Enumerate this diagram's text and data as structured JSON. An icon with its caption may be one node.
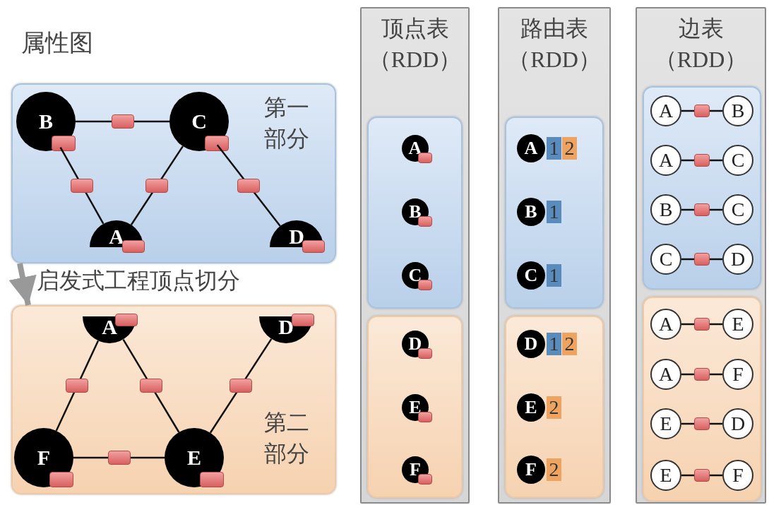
{
  "diagram": {
    "nodes": [
      {
        "text": [
          "第一部分"
        ]
      },
      {
        "text": [
          "B"
        ],
        "in": 0
      },
      {
        "text": [
          "C"
        ],
        "in": 0
      },
      {
        "text": [
          "A"
        ],
        "in": 0
      },
      {
        "text": [
          "D"
        ],
        "in": 0
      },
      {
        "text": [
          "第二部分"
        ]
      },
      {
        "text": [
          "A"
        ],
        "in": 5
      },
      {
        "text": [
          "D"
        ],
        "in": 5
      },
      {
        "text": [
          "F"
        ],
        "in": 5
      },
      {
        "text": [
          "E"
        ],
        "in": 5
      },
      {
        "text": [
          "顶点表",
          "（RDD）"
        ]
      },
      {
        "text": [],
        "shape": "box",
        "in": 10
      },
      {
        "text": [
          "A"
        ],
        "in": 11
      },
      {
        "text": [
          "B"
        ],
        "in": 11
      },
      {
        "text": [
          "C"
        ],
        "in": 11
      },
      {
        "text": [],
        "shape": "box",
        "in": 10
      },
      {
        "text": [
          "D"
        ],
        "in": 15
      },
      {
        "text": [
          "E"
        ],
        "in": 15
      },
      {
        "text": [
          "F"
        ],
        "in": 15
      },
      {
        "text": [
          "路由表",
          "（RDD）"
        ]
      },
      {
        "text": [],
        "shape": "box",
        "in": 19
      },
      {
        "text": [
          "A"
        ],
        "in": 20
      },
      {
        "text": [
          "1"
        ],
        "in": 20
      },
      {
        "text": [
          "2"
        ],
        "in": 20
      },
      {
        "text": [
          "B"
        ],
        "in": 20
      },
      {
        "text": [
          "1"
        ],
        "in": 20
      },
      {
        "text": [
          "C"
        ],
        "in": 20
      },
      {
        "text": [
          "1"
        ],
        "in": 20
      },
      {
        "text": [],
        "shape": "box",
        "in": 19
      },
      {
        "text": [
          "D"
        ],
        "in": 28
      },
      {
        "text": [
          "1"
        ],
        "in": 28
      },
      {
        "text": [
          "2"
        ],
        "in": 28
      },
      {
        "text": [
          "E"
        ],
        "in": 28
      },
      {
        "text": [
          "2"
        ],
        "in": 28
      },
      {
        "text": [
          "F"
        ],
        "in": 28
      },
      {
        "text": [
          "2"
        ],
        "in": 28
      },
      {
        "text": [
          "边表",
          "（RDD）"
        ]
      },
      {
        "text": [],
        "shape": "box",
        "in": 36
      },
      {
        "text": [
          "A"
        ],
        "in": 37
      },
      {
        "text": [
          "B"
        ],
        "in": 37
      },
      {
        "text": [
          "A"
        ],
        "in": 37
      },
      {
        "text": [
          "C"
        ],
        "in": 37
      },
      {
        "text": [
          "B"
        ],
        "in": 37
      },
      {
        "text": [
          "C"
        ],
        "in": 37
      },
      {
        "text": [
          "C"
        ],
        "in": 37
      },
      {
        "text": [
          "D"
        ],
        "in": 37
      },
      {
        "text": [],
        "shape": "box",
        "in": 36
      },
      {
        "text": [
          "A"
        ],
        "in": 46
      },
      {
        "text": [
          "E"
        ],
        "in": 46
      },
      {
        "text": [
          "A"
        ],
        "in": 46
      },
      {
        "text": [
          "F"
        ],
        "in": 46
      },
      {
        "text": [
          "E"
        ],
        "in": 46
      },
      {
        "text": [
          "D"
        ],
        "in": 46
      },
      {
        "text": [
          "E"
        ],
        "in": 46
      },
      {
        "text": [
          "F"
        ],
        "in": 46
      }
    ],
    "edges": [
      {
        "from": 0,
        "to": 5,
        "arrow": "to",
        "label": "启发式工程顶点切分",
        "color": "#999999",
        "style": "thick"
      },
      {
        "from": 1,
        "to": 2,
        "arrow": "none"
      },
      {
        "from": 1,
        "to": 3,
        "arrow": "none"
      },
      {
        "from": 2,
        "to": 3,
        "arrow": "none"
      },
      {
        "from": 2,
        "to": 4,
        "arrow": "none"
      },
      {
        "from": 6,
        "to": 8,
        "arrow": "none"
      },
      {
        "from": 6,
        "to": 9,
        "arrow": "none"
      },
      {
        "from": 9,
        "to": 7,
        "arrow": "none"
      },
      {
        "from": 8,
        "to": 9,
        "arrow": "none"
      },
      {
        "from": 38,
        "to": 39,
        "arrow": "none"
      },
      {
        "from": 40,
        "to": 41,
        "arrow": "none"
      },
      {
        "from": 42,
        "to": 43,
        "arrow": "none"
      },
      {
        "from": 44,
        "to": 45,
        "arrow": "none"
      },
      {
        "from": 47,
        "to": 48,
        "arrow": "none"
      },
      {
        "from": 49,
        "to": 50,
        "arrow": "none"
      },
      {
        "from": 51,
        "to": 52,
        "arrow": "none"
      },
      {
        "from": 53,
        "to": 54,
        "arrow": "none"
      }
    ],
    "labels": [
      "属性图"
    ]
  }
}
